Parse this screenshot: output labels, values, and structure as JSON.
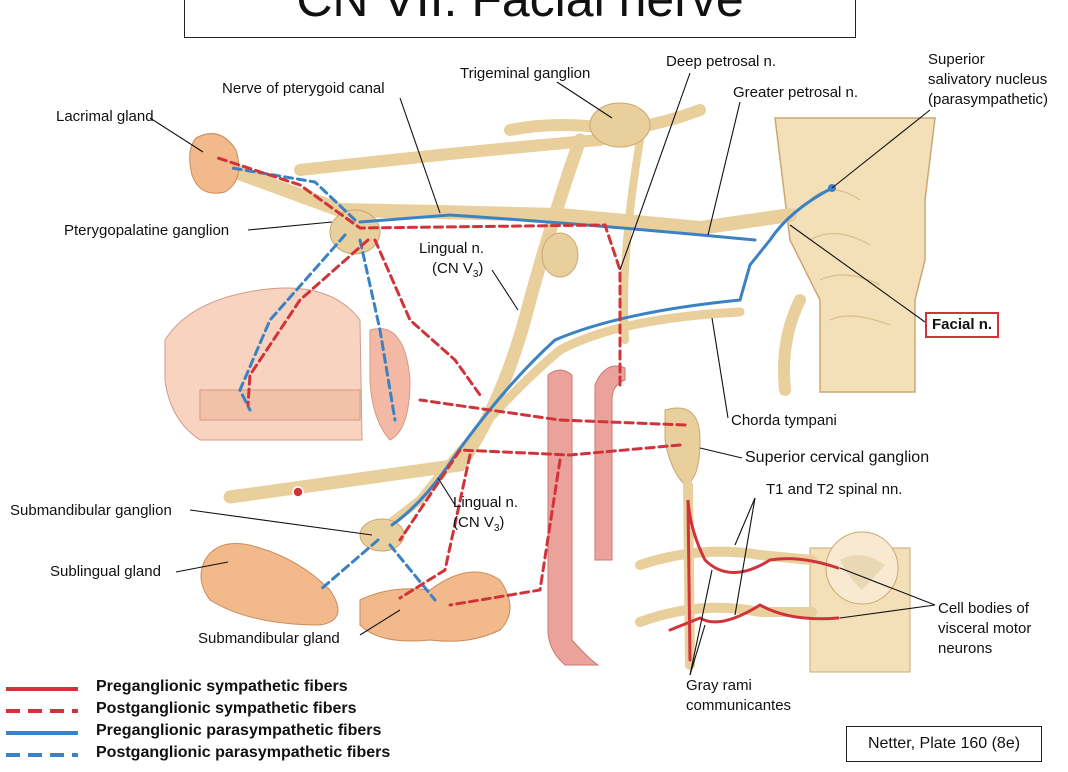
{
  "title": "CN VII: Facial nerve",
  "labels": {
    "lacrimal_gland": "Lacrimal gland",
    "nerve_pterygoid_canal": "Nerve of pterygoid canal",
    "trigeminal_ganglion": "Trigeminal ganglion",
    "deep_petrosal": "Deep petrosal n.",
    "greater_petrosal": "Greater petrosal n.",
    "superior_salivatory_1": "Superior",
    "superior_salivatory_2": "salivatory nucleus",
    "superior_salivatory_3": "(parasympathetic)",
    "pterygopalatine_ganglion": "Pterygopalatine ganglion",
    "lingual_upper_1": "Lingual n.",
    "lingual_upper_2": "(CN V",
    "lingual_upper_sub": "3",
    "lingual_upper_close": ")",
    "facial_n": "Facial n.",
    "chorda_tympani": "Chorda tympani",
    "superior_cervical_ganglion": "Superior cervical ganglion",
    "t1_t2": "T1 and T2 spinal nn.",
    "submandibular_ganglion": "Submandibular ganglion",
    "lingual_lower_1": "Lingual n.",
    "lingual_lower_2": "(CN V",
    "lingual_lower_sub": "3",
    "lingual_lower_close": ")",
    "sublingual_gland": "Sublingual gland",
    "submandibular_gland": "Submandibular gland",
    "cell_bodies_1": "Cell bodies of",
    "cell_bodies_2": "visceral motor",
    "cell_bodies_3": "neurons",
    "gray_rami_1": "Gray rami",
    "gray_rami_2": "communicantes"
  },
  "legend": [
    {
      "label": "Preganglionic sympathetic fibers",
      "color": "#d0343a",
      "style": "solid"
    },
    {
      "label": "Postganglionic sympathetic fibers",
      "color": "#d0343a",
      "style": "dashed"
    },
    {
      "label": "Preganglionic parasympathetic fibers",
      "color": "#3b82c4",
      "style": "solid"
    },
    {
      "label": "Postganglionic parasympathetic fibers",
      "color": "#3b82c4",
      "style": "dashed"
    }
  ],
  "citation": "Netter, Plate 160 (8e)",
  "colors": {
    "sympathetic": "#d0343a",
    "parasympathetic": "#3b82c4",
    "nerve": "#e9cf9c",
    "gland": "#f0b27e",
    "artery": "#e8908a"
  }
}
